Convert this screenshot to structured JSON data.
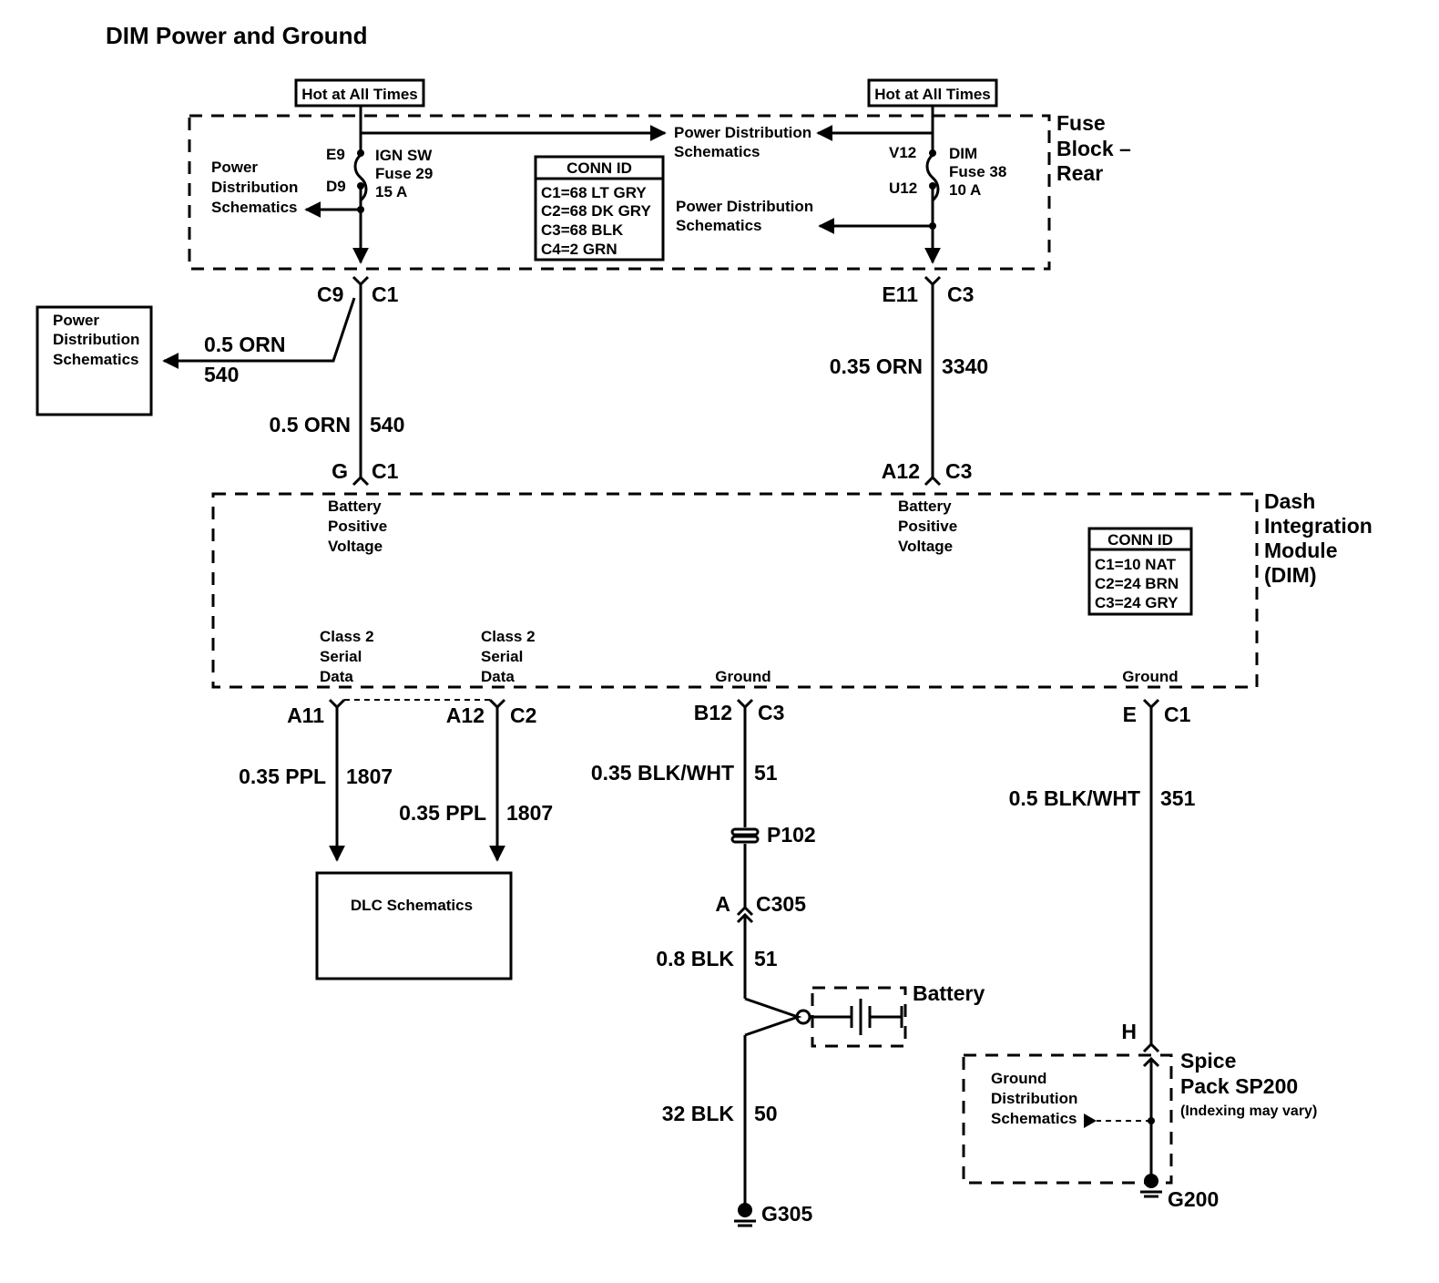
{
  "title": "DIM Power and Ground",
  "hot_left": "Hot at All Times",
  "hot_right": "Hot at All Times",
  "fuse_block_lines": [
    "Fuse",
    "Block –",
    "Rear"
  ],
  "dim_lines": [
    "Dash",
    "Integration",
    "Module",
    "(DIM)"
  ],
  "pds_lines": [
    "Power",
    "Distribution",
    "Schematics"
  ],
  "pds_two_lines": [
    "Power Distribution",
    "Schematics"
  ],
  "fuse29": {
    "pin_in": "E9",
    "pin_out": "D9",
    "lines": [
      "IGN SW",
      "Fuse 29",
      "15 A"
    ]
  },
  "fuse38": {
    "pin_in": "V12",
    "pin_out": "U12",
    "lines": [
      "DIM",
      "Fuse 38",
      "10 A"
    ]
  },
  "conn_fuse": {
    "header": "CONN ID",
    "rows": [
      "C1=68 LT GRY",
      "C2=68 DK GRY",
      "C3=68 BLK",
      "C4=2 GRN"
    ]
  },
  "conn_dim": {
    "header": "CONN ID",
    "rows": [
      "C1=10 NAT",
      "C2=24 BRN",
      "C3=24 GRY"
    ]
  },
  "pins": {
    "c9": "C9",
    "c1_top": "C1",
    "e11": "E11",
    "c3_top": "C3",
    "g": "G",
    "c1_dim": "C1",
    "a12_top": "A12",
    "c3_dim": "C3",
    "a11": "A11",
    "a12_bot": "A12",
    "c2": "C2",
    "b12": "B12",
    "c3_bot": "C3",
    "e": "E",
    "c1_bot": "C1",
    "a": "A",
    "c305": "C305",
    "h": "H"
  },
  "wires": {
    "branch_gauge": "0.5 ORN",
    "branch_circuit": "540",
    "main_gauge": "0.5 ORN",
    "main_circuit": "540",
    "right_gauge": "0.35 ORN",
    "right_circuit": "3340",
    "a11_gauge": "0.35 PPL",
    "a11_circuit": "1807",
    "a12_gauge": "0.35 PPL",
    "a12_circuit": "1807",
    "b12_gauge": "0.35 BLK/WHT",
    "b12_circuit": "51",
    "e_gauge": "0.5 BLK/WHT",
    "e_circuit": "351",
    "c305_gauge": "0.8 BLK",
    "c305_circuit": "51",
    "g305_gauge": "32 BLK",
    "g305_circuit": "50"
  },
  "dim_labels": {
    "bpv": [
      "Battery",
      "Positive",
      "Voltage"
    ],
    "class2": [
      "Class 2",
      "Serial",
      "Data"
    ],
    "ground": "Ground"
  },
  "p102": "P102",
  "dlc": "DLC Schematics",
  "battery": "Battery",
  "splice": {
    "lines": [
      "Spice",
      "Pack SP200"
    ],
    "note": "(Indexing may vary)"
  },
  "gds_lines": [
    "Ground",
    "Distribution",
    "Schematics"
  ],
  "g305": "G305",
  "g200": "G200"
}
